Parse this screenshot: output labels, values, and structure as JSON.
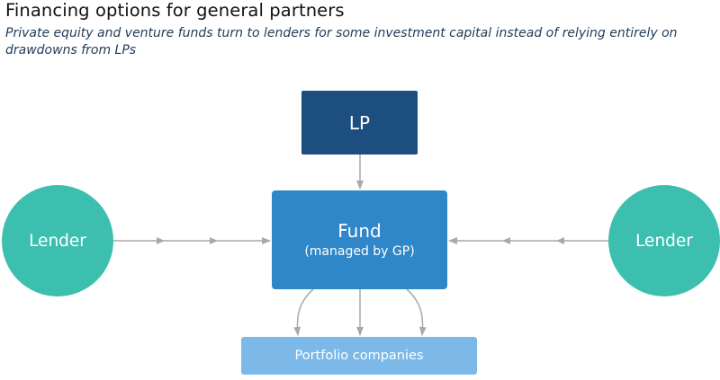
{
  "title": "Financing options for general partners",
  "subtitle": "Private equity and venture funds turn to lenders for some investment capital instead of relying entirely on drawdowns from LPs",
  "nodes": {
    "lp": {
      "label": "LP"
    },
    "fund": {
      "label": "Fund",
      "sublabel": "(managed by GP)"
    },
    "portfolio": {
      "label": "Portfolio companies"
    },
    "lender_left": {
      "label": "Lender"
    },
    "lender_right": {
      "label": "Lender"
    }
  },
  "colors": {
    "lp": "#1c4f80",
    "fund": "#2f86c8",
    "portfolio": "#7cb9e8",
    "lender": "#3dbfaf",
    "connector": "#a9a9a9"
  }
}
